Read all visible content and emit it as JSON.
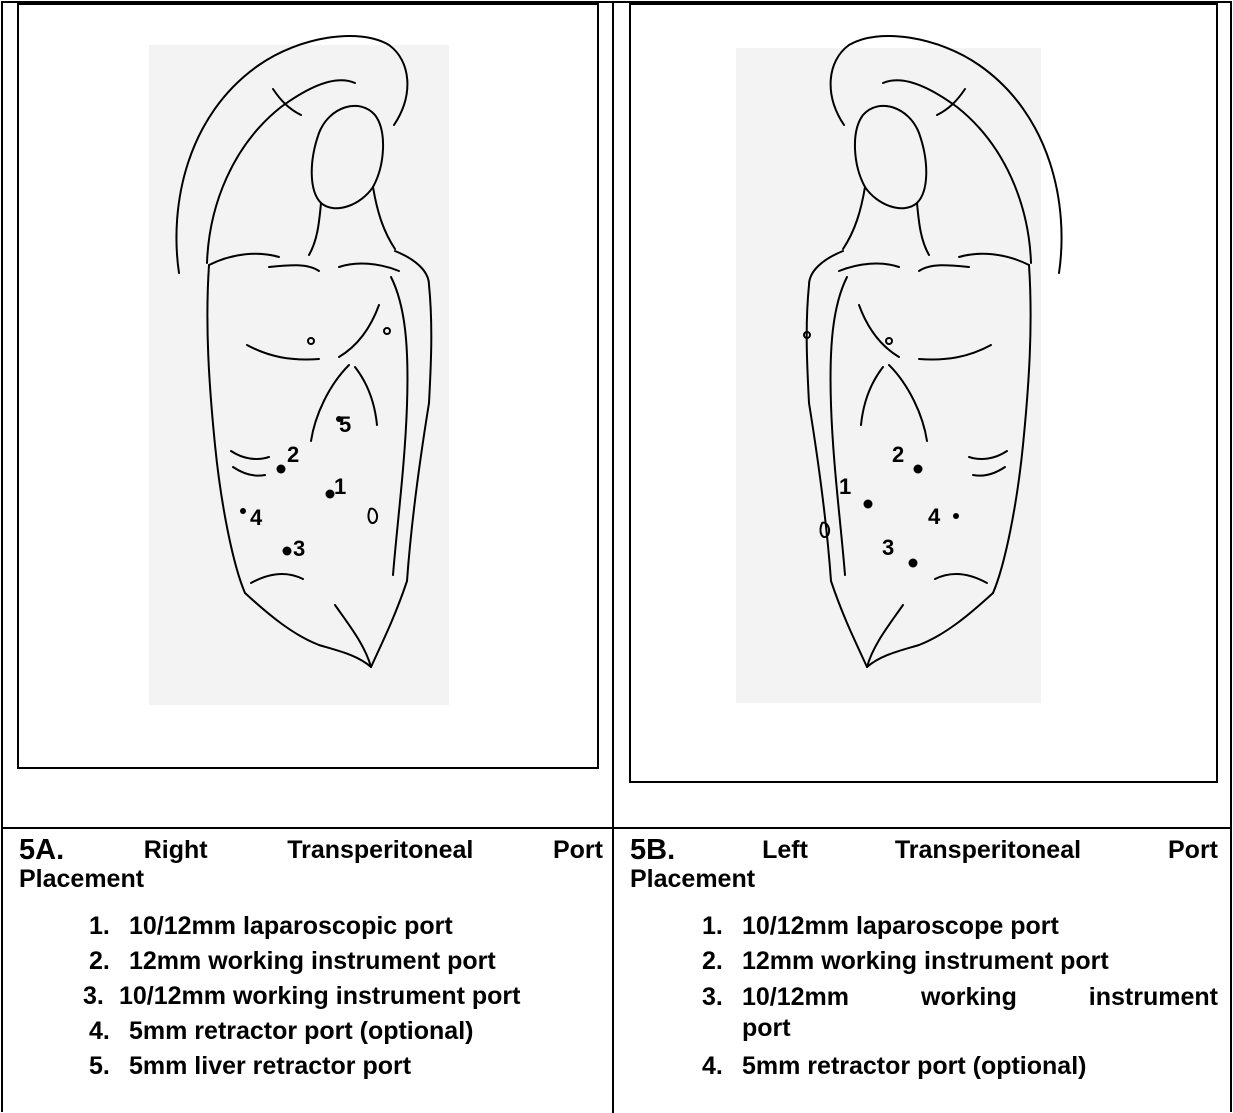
{
  "panels": [
    {
      "id": "A",
      "title_code": "5A.",
      "title_words": [
        "Right",
        "Transperitoneal",
        "Port"
      ],
      "title_line2": "Placement",
      "items": [
        {
          "num": "1.",
          "text": "10/12mm laparoscopic port"
        },
        {
          "num": "2.",
          "text": "12mm working instrument port"
        },
        {
          "num": "3.",
          "text": "10/12mm working instrument port"
        },
        {
          "num": "4.",
          "text": "5mm retractor port (optional)"
        },
        {
          "num": "5.",
          "text": "5mm liver retractor port"
        }
      ],
      "ports": [
        "1",
        "2",
        "3",
        "4",
        "5"
      ]
    },
    {
      "id": "B",
      "title_code": "5B.",
      "title_words": [
        "Left",
        "Transperitoneal",
        "Port"
      ],
      "title_line2": "Placement",
      "items": [
        {
          "num": "1.",
          "text": "10/12mm laparoscope port"
        },
        {
          "num": "2.",
          "text": "12mm working instrument port"
        },
        {
          "num": "3.",
          "text": "10/12mm working instrument port"
        },
        {
          "num": "4.",
          "text": "5mm retractor port (optional)"
        }
      ],
      "ports": [
        "1",
        "2",
        "3",
        "4"
      ]
    }
  ]
}
